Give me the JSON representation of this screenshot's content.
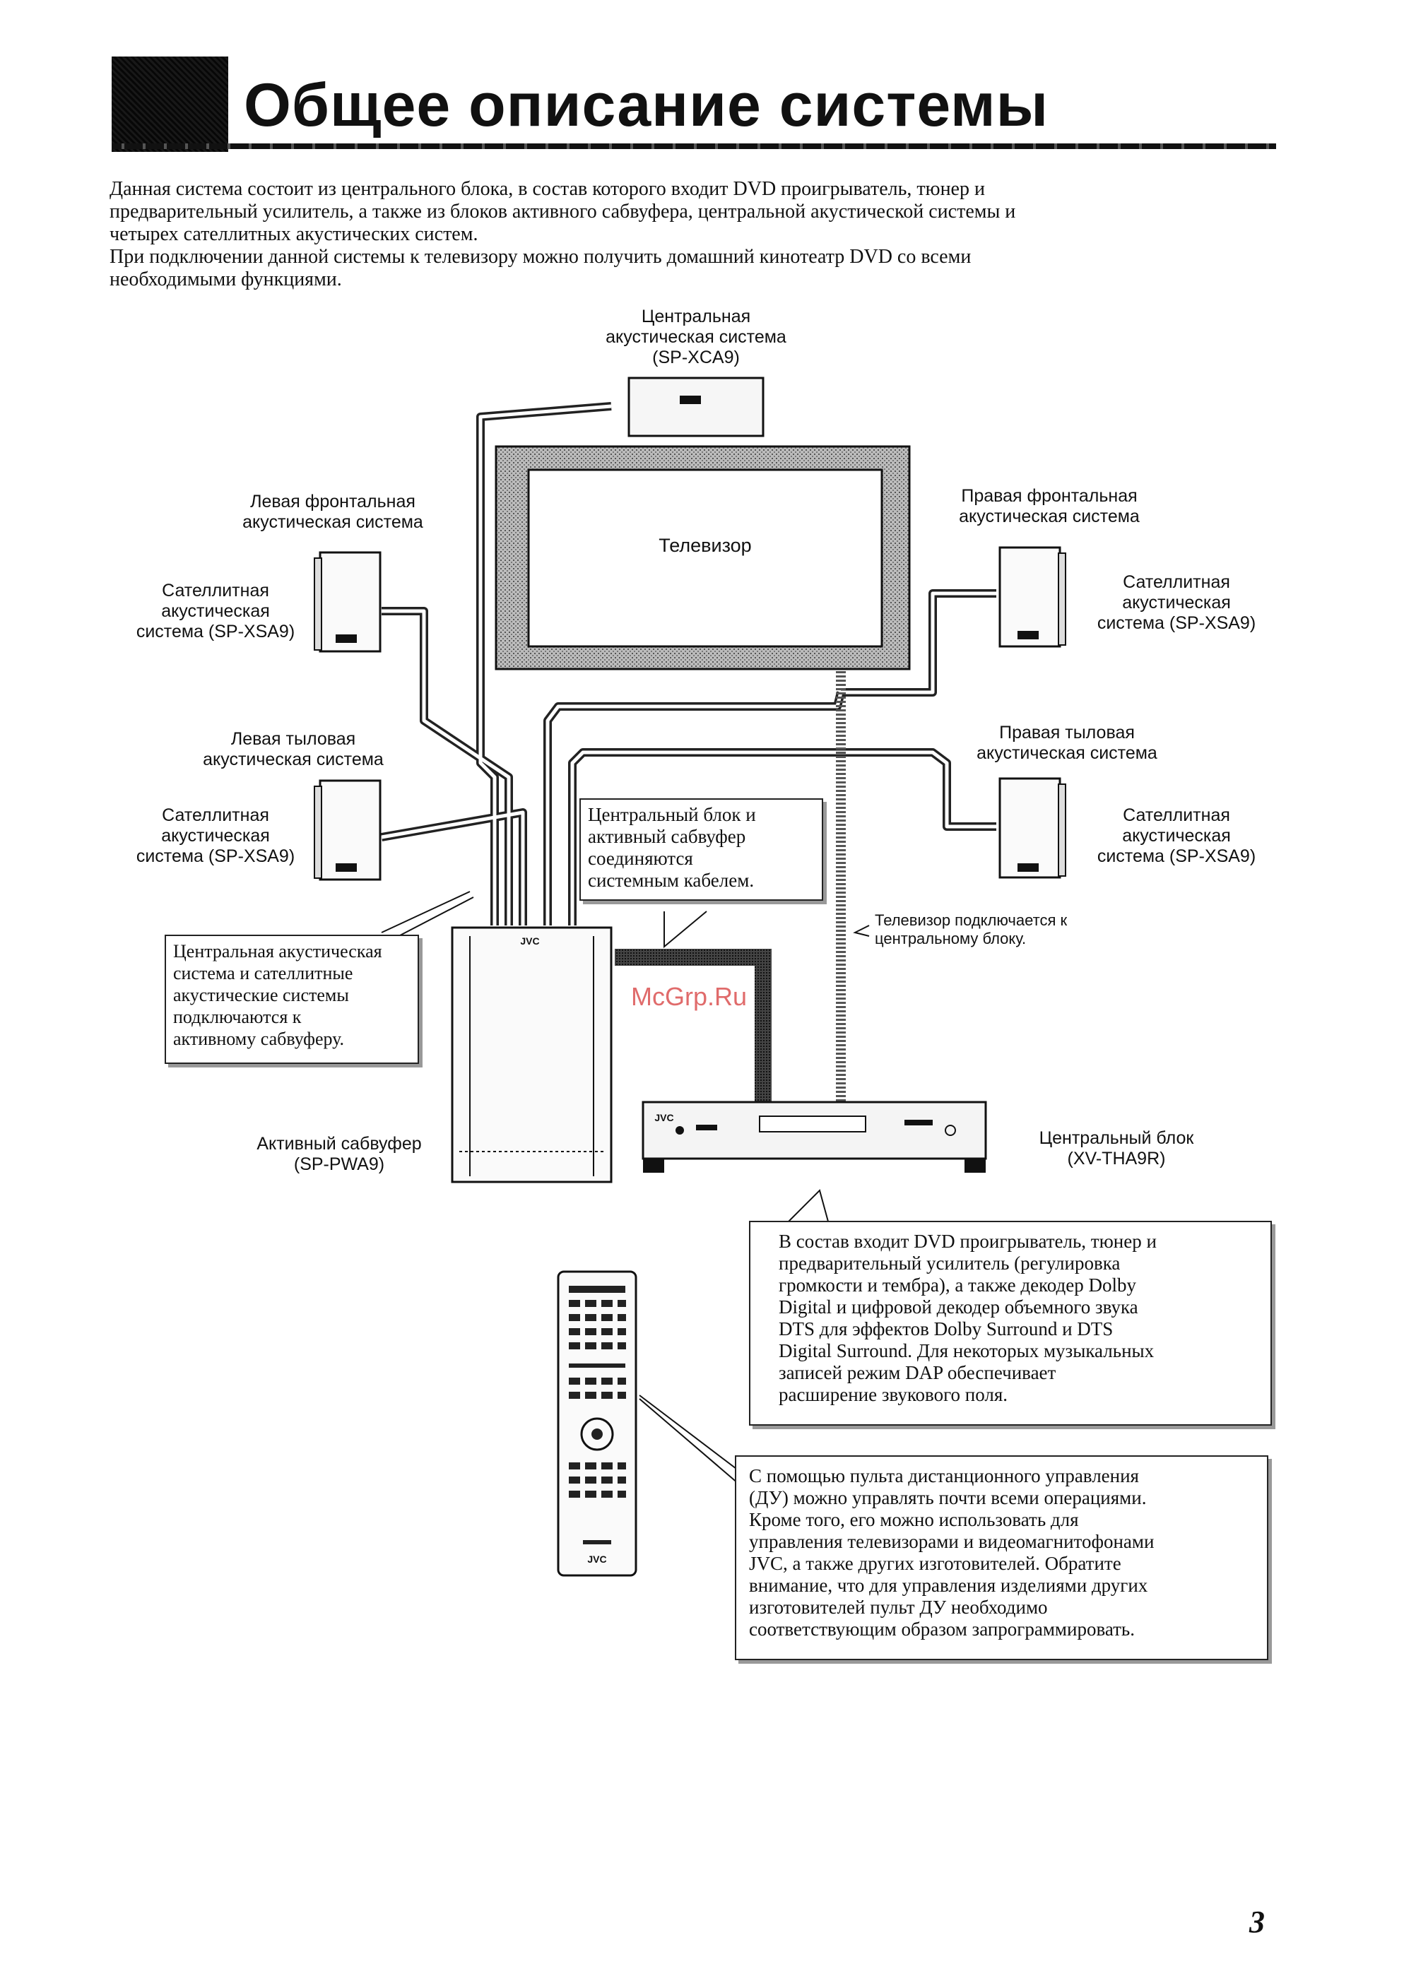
{
  "title": "Общее описание системы",
  "intro": {
    "line1": "Данная система состоит из центрального блока, в состав которого входит DVD проигрыватель, тюнер и",
    "line2": "предварительный усилитель, а также из блоков активного сабвуфера, центральной акустической системы и",
    "line3": "четырех сателлитных акустических систем.",
    "line4": "При подключении данной системы к телевизору можно получить домашний кинотеатр DVD со всеми",
    "line5": "необходимыми функциями."
  },
  "labels": {
    "center_speaker": [
      "Центральная",
      "акустическая система",
      "(SP-XCA9)"
    ],
    "tv": "Телевизор",
    "left_front": [
      "Левая фронтальная",
      "акустическая система"
    ],
    "left_front_sat": [
      "Сателлитная",
      "акустическая",
      "система (SP-XSA9)"
    ],
    "right_front": [
      "Правая фронтальная",
      "акустическая система"
    ],
    "right_front_sat": [
      "Сателлитная",
      "акустическая",
      "система (SP-XSA9)"
    ],
    "left_rear": [
      "Левая тыловая",
      "акустическая система"
    ],
    "left_rear_sat": [
      "Сателлитная",
      "акустическая",
      "система (SP-XSA9)"
    ],
    "right_rear": [
      "Правая тыловая",
      "акустическая система"
    ],
    "right_rear_sat": [
      "Сателлитная",
      "акустическая",
      "система (SP-XSA9)"
    ],
    "subwoofer": [
      "Активный сабвуфер",
      "(SP-PWA9)"
    ],
    "central_unit": [
      "Центральный блок",
      "(XV-THA9R)"
    ],
    "tv_connection": [
      "Телевизор подключается к",
      "центральному блоку."
    ],
    "subwoofer_brand": "JVC",
    "unit_brand": "JVC",
    "remote_brand": "JVC"
  },
  "callouts": {
    "system_cable": [
      "Центральный блок и",
      "активный сабвуфер",
      "соединяются",
      "системным кабелем."
    ],
    "speakers_to_sub": [
      "Центральная акустическая",
      "система и сателлитные",
      "акустические системы",
      "подключаются к",
      "активному сабвуферу."
    ],
    "central_unit_desc": [
      "В состав входит DVD проигрыватель, тюнер и",
      "предварительный усилитель (регулировка",
      "громкости и тембра), а также декодер Dolby",
      "Digital и цифровой декодер объемного звука",
      "DTS для эффектов Dolby Surround и DTS",
      "Digital Surround. Для некоторых музыкальных",
      "записей режим DAP обеспечивает",
      "расширение звукового поля."
    ],
    "remote_desc": [
      "С помощью пульта дистанционного управления",
      "(ДУ) можно управлять почти всеми операциями.",
      "Кроме того, его можно использовать для",
      "управления телевизорами и видеомагнитофонами",
      "JVC, а также других изготовителей. Обратите",
      "внимание, что для управления изделиями других",
      "изготовителей пульт ДУ необходимо",
      "соответствующим образом запрограммировать."
    ]
  },
  "watermark": "McGrp.Ru",
  "page_number": "3"
}
